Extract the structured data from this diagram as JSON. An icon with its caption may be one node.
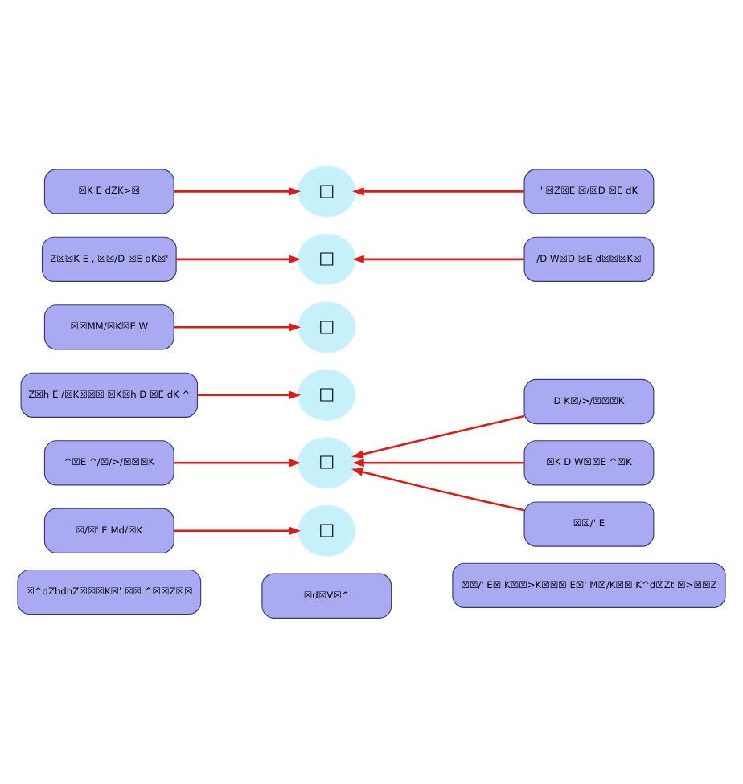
{
  "diagram": {
    "nodes": [
      {
        "text": [
          "☒^dZhdhZ☒☒☒K☒' ☒☒ ^☒☒Z☒☒"
        ]
      },
      {
        "text": [
          "☒d☒V☒^"
        ]
      },
      {
        "text": [
          "☒☒/' E☒ K☒☒>K☒☒☒ E☒' M☒/K☒☒ K^d☒Zt ☒>☒☒Z"
        ]
      },
      {
        "text": [
          "☒/☒' E Md/☒K"
        ]
      },
      {
        "text": [
          "□"
        ]
      },
      {
        "text": [
          "D K☒/>/☒☒☒K"
        ]
      },
      {
        "text": [
          "^☒E ^/☒/>/☒☒☒K"
        ]
      },
      {
        "text": [
          "□"
        ]
      },
      {
        "text": [
          "☒K D W☒☒E ^☒K"
        ]
      },
      {
        "text": [
          "Z☒h E /☒K☒☒☒ ☒K☒h D ☒E dK ^"
        ]
      },
      {
        "text": [
          "□"
        ]
      },
      {
        "text": [
          "☒☒/' E"
        ]
      },
      {
        "text": [
          "☒☒MM/☒K☒E W"
        ]
      },
      {
        "text": [
          "□"
        ]
      },
      {
        "text": [
          "Z☒☒K E , ☒☒/D ☒E dK☒'"
        ]
      },
      {
        "text": [
          "□"
        ]
      },
      {
        "text": [
          "/D W☒D ☒E d☒☒☒K☒"
        ]
      },
      {
        "text": [
          "☒K E dZK>☒"
        ]
      },
      {
        "text": [
          "□"
        ]
      },
      {
        "text": [
          "' ☒Z☒E ☒/☒D ☒E dK"
        ]
      }
    ],
    "edges": [
      {
        "from": 3,
        "to": 4,
        "arrow": "to"
      },
      {
        "from": 5,
        "to": 7,
        "arrow": "to"
      },
      {
        "from": 6,
        "to": 7,
        "arrow": "to"
      },
      {
        "from": 8,
        "to": 7,
        "arrow": "to"
      },
      {
        "from": 11,
        "to": 7,
        "arrow": "to"
      },
      {
        "from": 9,
        "to": 10,
        "arrow": "to"
      },
      {
        "from": 12,
        "to": 13,
        "arrow": "to"
      },
      {
        "from": 14,
        "to": 15,
        "arrow": "to"
      },
      {
        "from": 16,
        "to": 15,
        "arrow": "to"
      },
      {
        "from": 17,
        "to": 18,
        "arrow": "to"
      },
      {
        "from": 19,
        "to": 18,
        "arrow": "to"
      }
    ]
  }
}
